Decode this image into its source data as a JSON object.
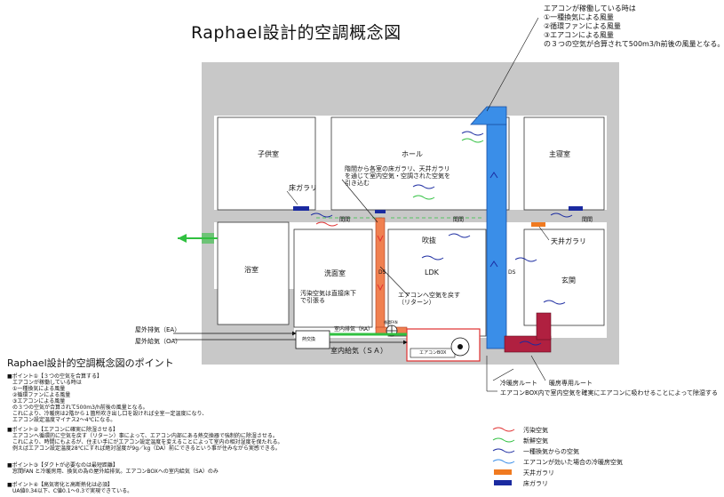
{
  "title": "Raphael設計的空調概念図",
  "top_note": [
    "エアコンが稼働している時は",
    "①一種換気による風量",
    "②循環ファンによる風量",
    "③エアコンによる風量",
    "の３つの空気が合算されて500m3/h前後の風量となる。"
  ],
  "rooms": {
    "kodomo": "子供室",
    "hall": "ホール",
    "shushin": "主寝室",
    "yokushitsu": "浴室",
    "senmen": "洗面室",
    "fukinuke": "吹抜",
    "ldk": "LDK",
    "genkan": "玄関"
  },
  "labels": {
    "yuka_garari": "床ガラリ",
    "tenjo_garari": "天井ガラリ",
    "kanma1": "間間",
    "kanma2": "間間",
    "kanma3": "間間",
    "ds1": "DS",
    "ds2": "DS",
    "note_stairs": "階間から各室の床ガラリ、天井ガラリ\nを通じて室内空気・空調された空気を\n引き込む",
    "note_return": "エアコンへ空気を戻す\n（リターン）",
    "note_soil": "汚染空気は直接床下\nで引張る",
    "outdoor_exhaust": "屋外排気（EA）",
    "outdoor_supply": "屋外給気（OA）",
    "indoor_exhaust": "室内排気（RA）",
    "indoor_supply": "室内給気（ＳＡ）",
    "heat_exchanger": "熱交換",
    "aircon_box": "エアコンBOX",
    "circ_fan": "循環FAN",
    "cooling_route": "冷暖房ルート",
    "heating_route": "暖房専用ルート",
    "dehumid_note": "エアコンBOX内で室内空気を確実にエアコンに吸わせることによって除湿する"
  },
  "points_title": "Raphael設計的空調概念図のポイント",
  "points": [
    "■ポイント①【３つの空気を合算する】\n　エアコンが稼働している時は\n　①一種換気による風量\n　②循環ファンによる風量\n　③エアコンによる風量\n　の３つの空気が合算されて500m3/h前後の風量となる。\n　これにより、冷暖房は2階から１箇所吹き出し口を設ければ全室一定温度になり、\n　エアコン設定温度マイナス2〜4℃になる。",
    "■ポイント②【エアコンに確実に除湿させる】\n　エアコンへ循環的に空気を戻す（リターン）事によって、エアコン内部にある熱交換器で強制的に除湿させる。\n　これにより、時間にもよるが、住まい手にがエアコン設定温度を変えることによって室内の相対湿度を保たれる。\n　例えばエアコン設定温度28℃にすれば絶対湿度が9g／kg（DA）前にできるという事が住みながら実感できる。",
    "■ポイント③【ダクトが必要なのは最短距離】\n　窓間FAN と冷暖房用、換気の為の屋外給排気。エアコンBOXへの室内給気（SA）のみ",
    "■ポイント④【高気密化と高断熱化は必須】\n　UA値0.34以下、C値0.1〜0.3で実現できている。"
  ],
  "legend": [
    {
      "symbol": "dirty-air",
      "label": "汚染空気"
    },
    {
      "symbol": "fresh-air",
      "label": "新鮮空気"
    },
    {
      "symbol": "vent-air",
      "label": "一種換気からの空気"
    },
    {
      "symbol": "aircon-air",
      "label": "エアコンが効いた場合の冷暖房空気"
    },
    {
      "symbol": "ceiling-grille",
      "label": "天井ガラリ"
    },
    {
      "symbol": "floor-grille",
      "label": "床ガラリ"
    }
  ],
  "colors": {
    "duct_blue": "#3a8ee8",
    "duct_orange": "#f08050",
    "heating_duct": "#b02040",
    "fresh_green": "#30c040",
    "wall_gray": "#c8c8c8",
    "grille_orange": "#f07a20",
    "grille_blue": "#1a2aa0",
    "box_red": "#e03030"
  }
}
